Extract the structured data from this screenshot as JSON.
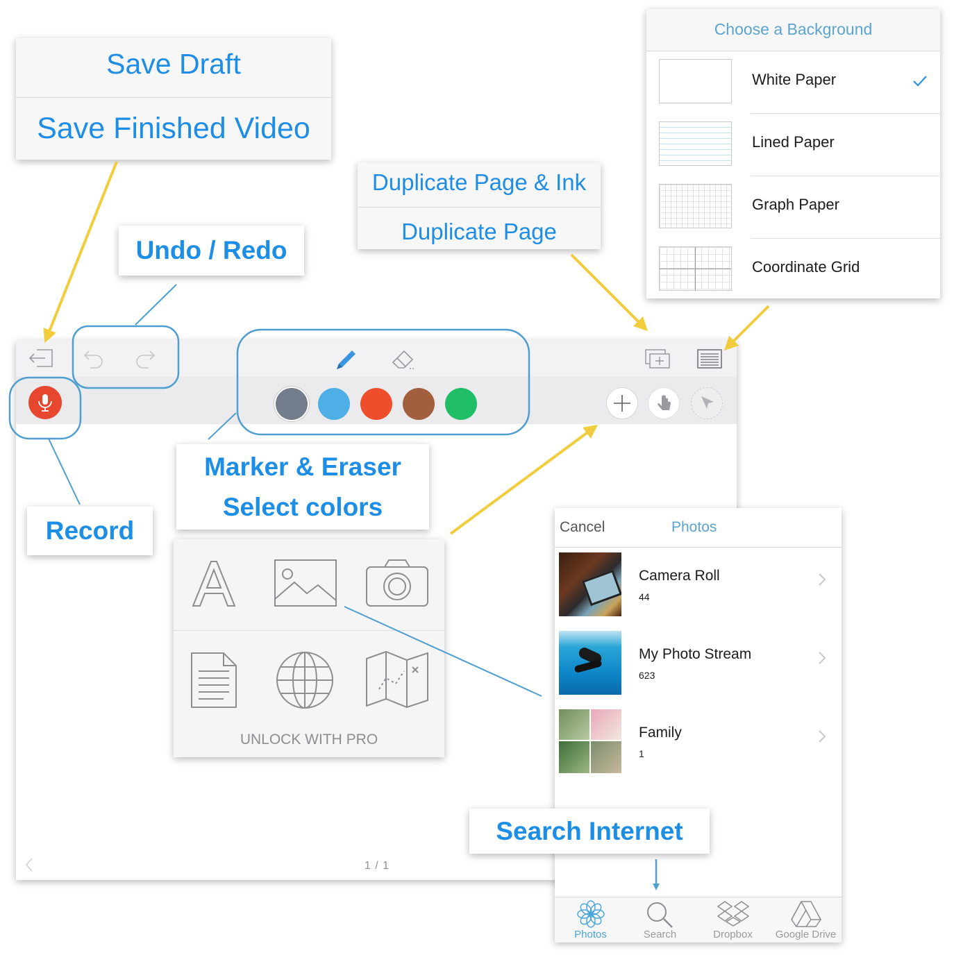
{
  "save_menu": {
    "items": [
      "Save Draft",
      "Save Finished Video"
    ]
  },
  "callouts": {
    "undo_redo": "Undo / Redo",
    "marker_eraser": "Marker & Eraser",
    "select_colors": "Select colors",
    "record": "Record",
    "search_internet": "Search Internet"
  },
  "duplicate_menu": {
    "items": [
      "Duplicate Page & Ink",
      "Duplicate Page"
    ]
  },
  "background_chooser": {
    "title": "Choose a Background",
    "options": [
      {
        "label": "White Paper",
        "selected": true
      },
      {
        "label": "Lined Paper",
        "selected": false
      },
      {
        "label": "Graph Paper",
        "selected": false
      },
      {
        "label": "Coordinate Grid",
        "selected": false
      }
    ]
  },
  "toolbar": {
    "colors": [
      "#737c8a",
      "#4eaee6",
      "#ee4e2c",
      "#a25f3d",
      "#20bd67"
    ],
    "record_color": "#e8472f",
    "icons": [
      "exit-icon",
      "undo-icon",
      "redo-icon",
      "pencil-icon",
      "eraser-icon",
      "duplicate-page-icon",
      "background-page-icon",
      "add-icon",
      "hand-pointer-icon",
      "laser-pointer-icon"
    ]
  },
  "insert_panel": {
    "unlock_label": "UNLOCK WITH PRO",
    "icons": [
      "text-icon",
      "image-icon",
      "camera-icon",
      "document-icon",
      "globe-icon",
      "map-icon"
    ]
  },
  "canvas": {
    "page_indicator": "1 / 1"
  },
  "photos_picker": {
    "cancel_label": "Cancel",
    "title": "Photos",
    "albums": [
      {
        "name": "Camera Roll",
        "count": "44"
      },
      {
        "name": "My Photo Stream",
        "count": "623"
      },
      {
        "name": "Family",
        "count": "1"
      }
    ],
    "tabs": [
      "Photos",
      "Search",
      "Dropbox",
      "Google Drive"
    ]
  }
}
